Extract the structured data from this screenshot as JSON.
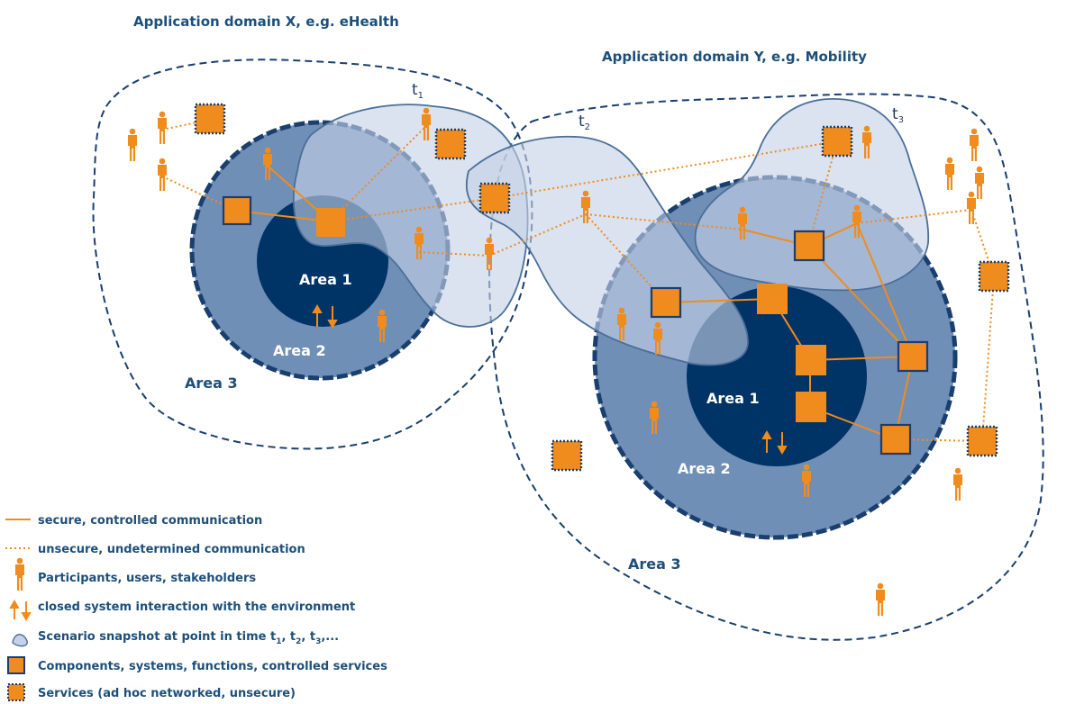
{
  "titles": {
    "domain_x": "Application domain X, e.g. eHealth",
    "domain_y": "Application domain Y, e.g. Mobility"
  },
  "areas": {
    "x_area1": "Area 1",
    "x_area2": "Area 2",
    "x_area3": "Area 3",
    "y_area1": "Area 1",
    "y_area2": "Area 2",
    "y_area3": "Area 3"
  },
  "time_labels": {
    "t1": {
      "base": "t",
      "sub": "1"
    },
    "t2": {
      "base": "t",
      "sub": "2"
    },
    "t3": {
      "base": "t",
      "sub": "3"
    }
  },
  "legend": {
    "secure": "secure, controlled communication",
    "unsecure": "unsecure, undetermined communication",
    "participants": "Participants, users, stakeholders",
    "closed": "closed system interaction with the environment",
    "snapshot_prefix": "Scenario snapshot at point in time t",
    "snapshot_s1": "1",
    "snapshot_s2": "2",
    "snapshot_s3": "3",
    "snapshot_suffix": ",...",
    "components": "Components, systems, functions, controlled services",
    "services": "Services (ad hoc networked, unsecure)"
  },
  "colors": {
    "orange": "#f08c1e",
    "navy": "#003366",
    "area2_fill": "#6f8fb7",
    "snapshot_fill": "#c5d1e6",
    "dashed_border": "#1a3f6e",
    "title_text": "#1d4f7a"
  },
  "icons": {
    "person": "person-icon",
    "component": "component-square-icon",
    "service": "service-square-icon",
    "arrows": "up-down-arrows-icon",
    "snapshot": "snapshot-blob-icon"
  }
}
